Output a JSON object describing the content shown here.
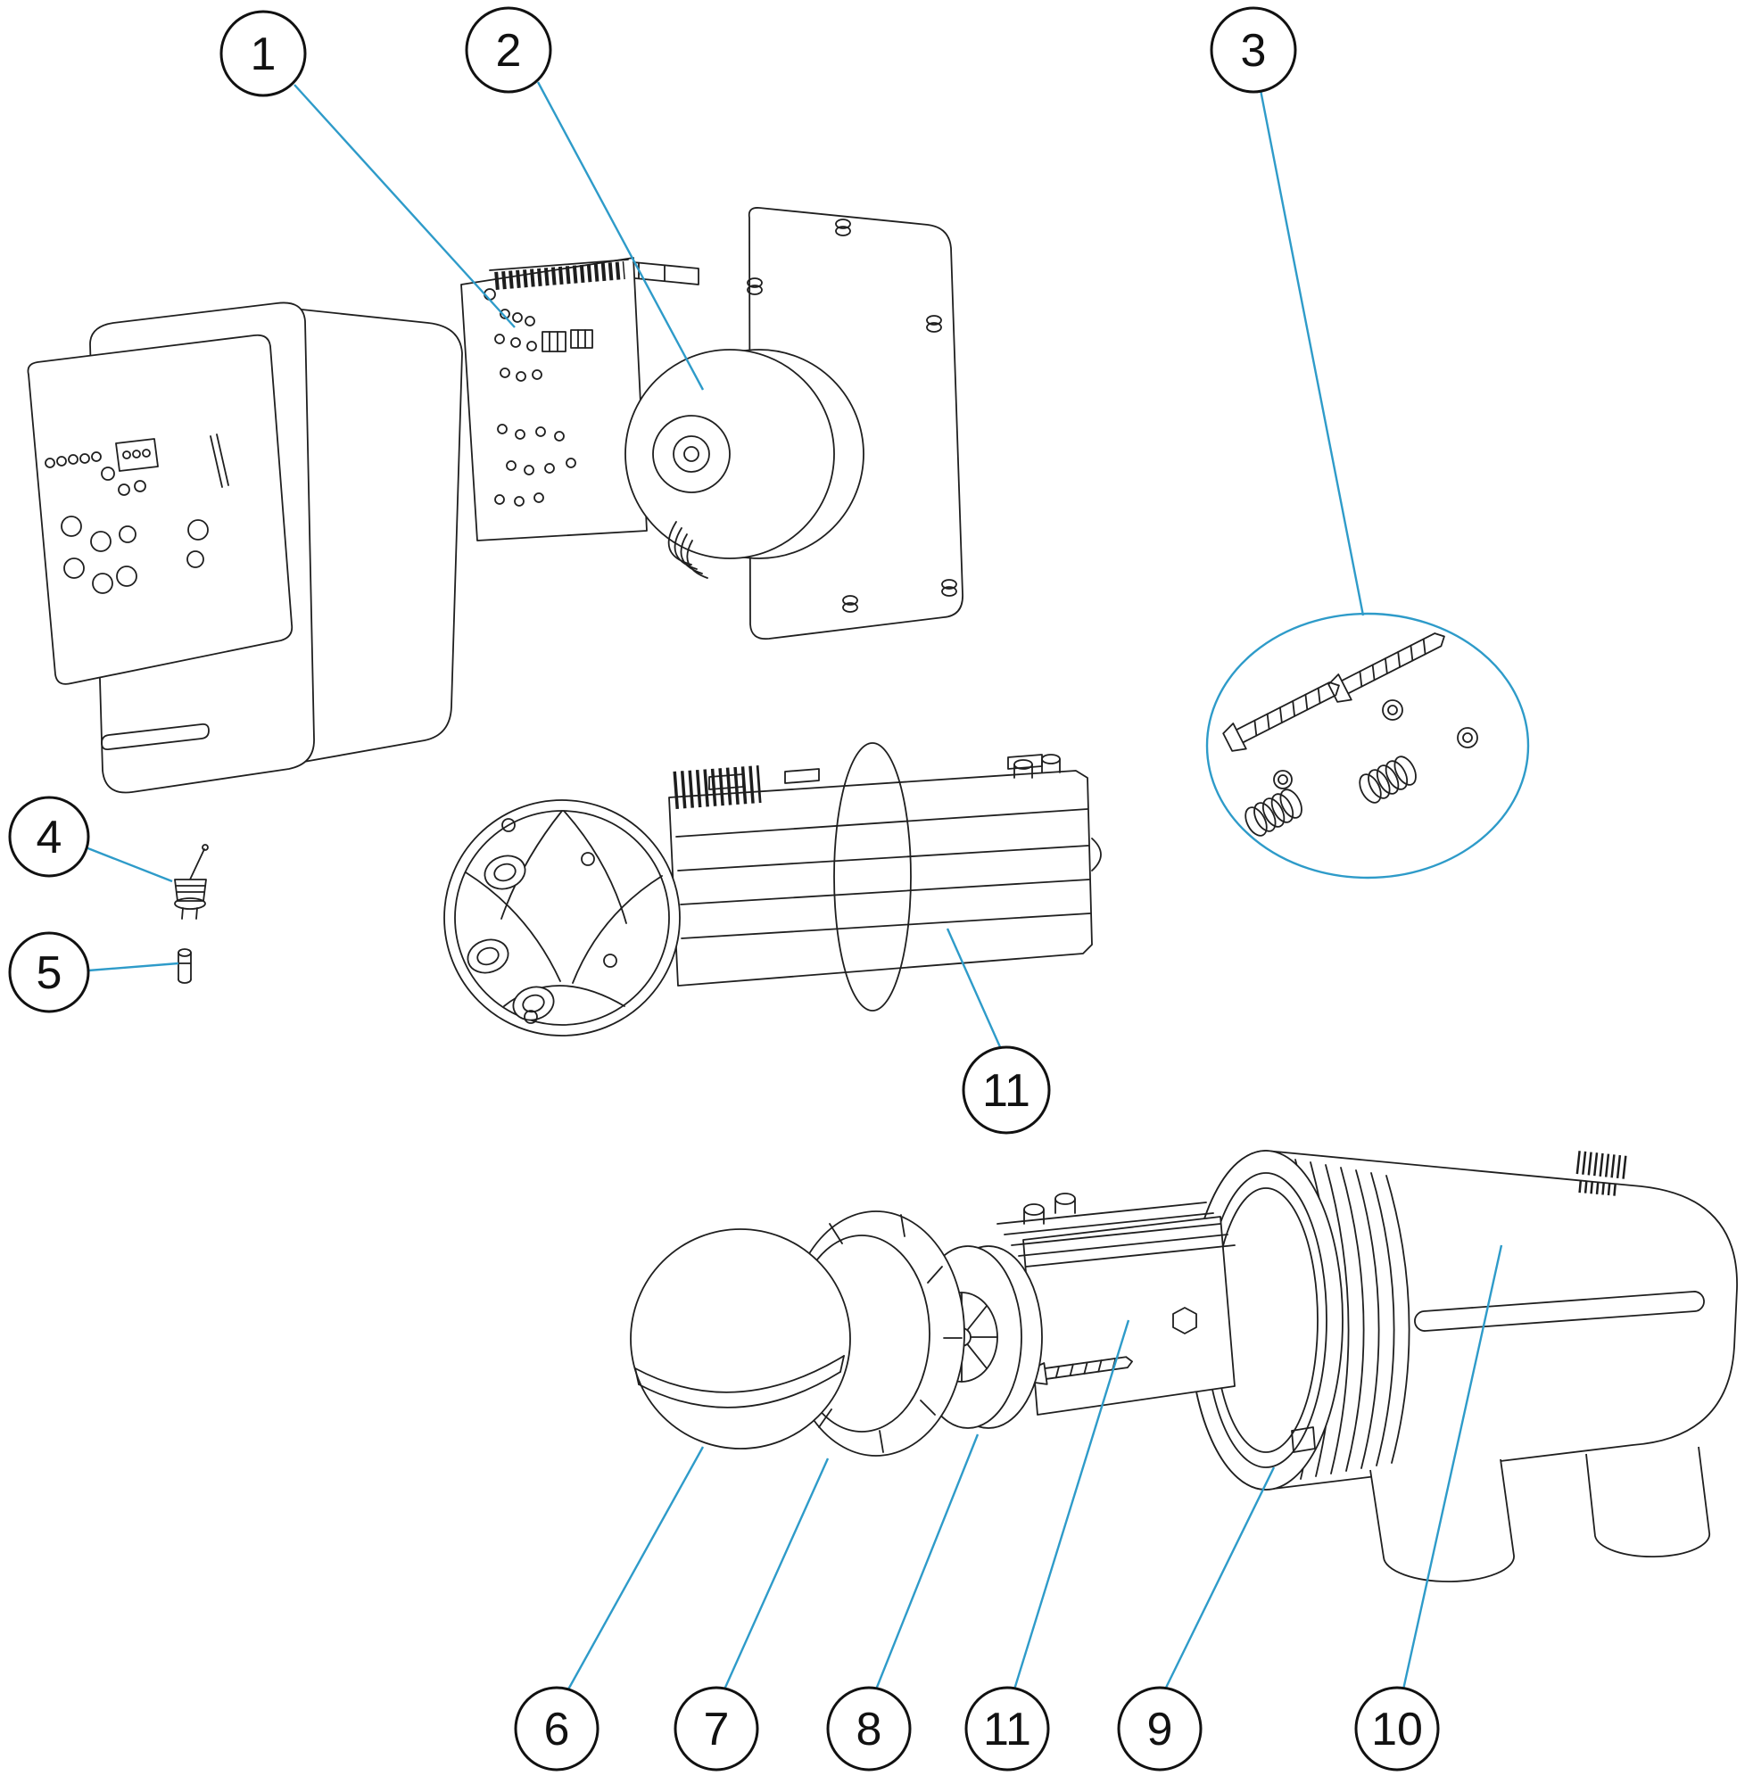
{
  "diagram": {
    "type": "exploded-parts-diagram",
    "colors": {
      "leader_line": "#2E9BC9",
      "outline": "#1F1F1F",
      "background": "#FFFFFF",
      "balloon_fill": "#FFFFFF",
      "balloon_stroke": "#111111"
    },
    "callouts": [
      {
        "label": "1",
        "points_to": "power-circuit-board"
      },
      {
        "label": "2",
        "points_to": "transformer"
      },
      {
        "label": "3",
        "points_to": "hardware-kit"
      },
      {
        "label": "4",
        "points_to": "toggle-switch"
      },
      {
        "label": "5",
        "points_to": "fuse"
      },
      {
        "label": "11",
        "points_to": "electrode-cell"
      },
      {
        "label": "6",
        "points_to": "dome-cap"
      },
      {
        "label": "7",
        "points_to": "locking-ring"
      },
      {
        "label": "8",
        "points_to": "impeller-insert"
      },
      {
        "label": "11",
        "points_to": "electrode-plates"
      },
      {
        "label": "9",
        "points_to": "housing-collar"
      },
      {
        "label": "10",
        "points_to": "housing-body"
      }
    ]
  }
}
